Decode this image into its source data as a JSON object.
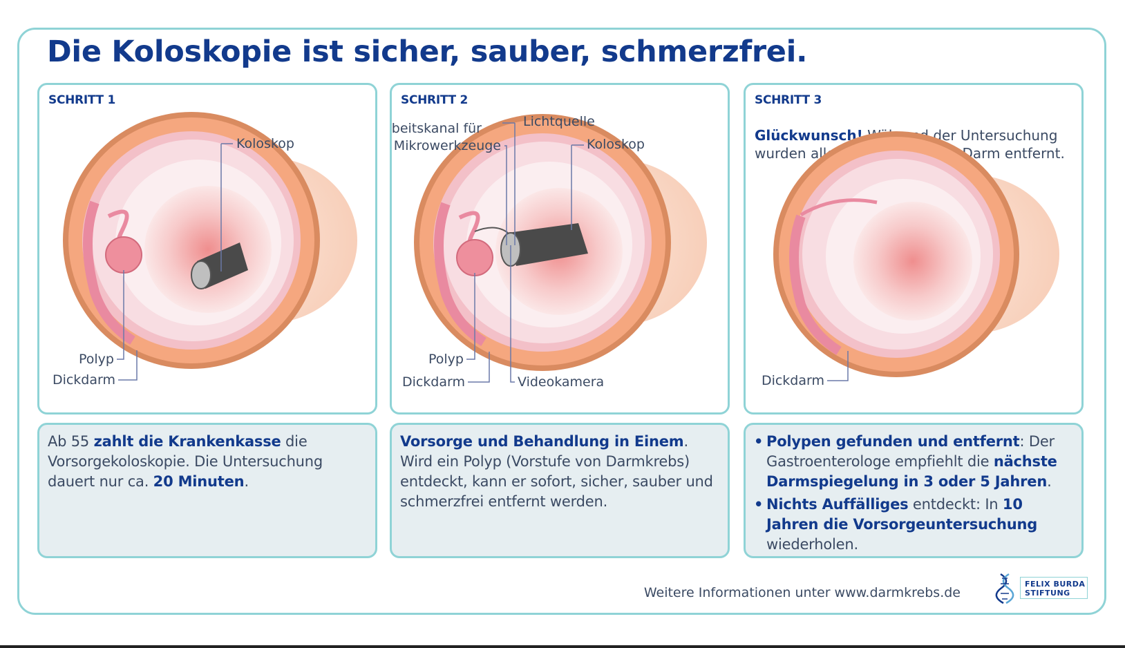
{
  "title": "Die Koloskopie ist sicher, sauber, schmerzfrei.",
  "steps": [
    {
      "label": "SCHRITT 1",
      "callouts": {
        "koloskop": "Koloskop",
        "polyp": "Polyp",
        "dickdarm": "Dickdarm"
      },
      "text": {
        "t1": "Ab 55 ",
        "b1": "zahlt die Krankenkasse",
        "t2": " die Vorsorgekoloskopie. Die Untersuchung dauert nur ca. ",
        "b2": "20 Minuten",
        "t3": "."
      }
    },
    {
      "label": "SCHRITT 2",
      "callouts": {
        "arbeitskanal_1": "Arbeitskanal für",
        "arbeitskanal_2": "Mikrowerkzeuge",
        "lichtquelle": "Lichtquelle",
        "koloskop": "Koloskop",
        "polyp": "Polyp",
        "dickdarm": "Dickdarm",
        "videokamera": "Videokamera"
      },
      "text": {
        "b1": "Vorsorge und Behandlung in Einem",
        "t1": ". Wird ein Polyp (Vorstufe von Darmkrebs) entdeckt, kann er sofort, sicher, sauber und schmerzfrei entfernt werden."
      }
    },
    {
      "label": "SCHRITT 3",
      "intro": {
        "b1": "Glückwunsch!",
        "t1": " Während der Untersuchung wurden alle Polypen aus dem Darm entfernt."
      },
      "callouts": {
        "dickdarm": "Dickdarm"
      },
      "bullets": [
        {
          "b1": "Polypen gefunden und entfernt",
          "t1": ": Der Gastroenterologe empfiehlt die ",
          "b2": "nächste Darmspiegelung in 3 oder 5 Jahren",
          "t2": "."
        },
        {
          "b1": "Nichts Auffälliges",
          "t1": " entdeckt: In ",
          "b2": "10 Jahren die Vorsorgeuntersuchung",
          "t2": " wiederholen."
        }
      ]
    }
  ],
  "footer": "Weitere Informationen unter www.darmkrebs.de",
  "logo": {
    "line1": "FELIX BURDA",
    "line2": "STIFTUNG"
  },
  "colors": {
    "heading": "#123a8c",
    "frame": "#8fd3d6",
    "box_bg": "#e6eef1",
    "tissue": "#f4a57f",
    "mucosa": "#f3b6c1"
  }
}
